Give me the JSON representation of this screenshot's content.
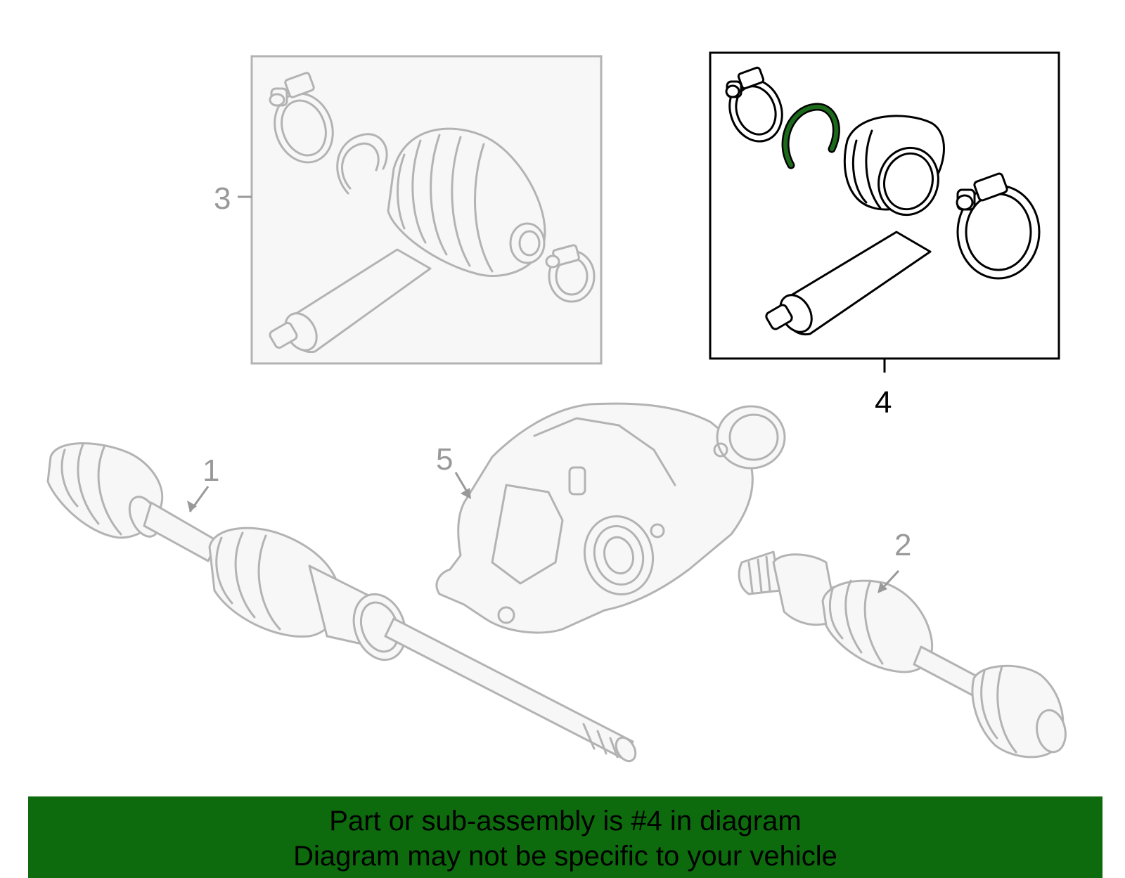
{
  "diagram": {
    "callouts": [
      {
        "id": "1",
        "label": "1",
        "state": "muted"
      },
      {
        "id": "2",
        "label": "2",
        "state": "muted"
      },
      {
        "id": "3",
        "label": "3",
        "state": "muted"
      },
      {
        "id": "4",
        "label": "4",
        "state": "highlighted"
      },
      {
        "id": "5",
        "label": "5",
        "state": "muted"
      }
    ],
    "highlight_stroke_color": "#000000",
    "muted_stroke_color": "#b3b3b3",
    "highlight_part_color": "#1b6b1b"
  },
  "banner": {
    "line1": "Part or sub-assembly is #4 in diagram",
    "line2": "Diagram may not be specific to your vehicle",
    "background_color": "#0d6b0d"
  }
}
